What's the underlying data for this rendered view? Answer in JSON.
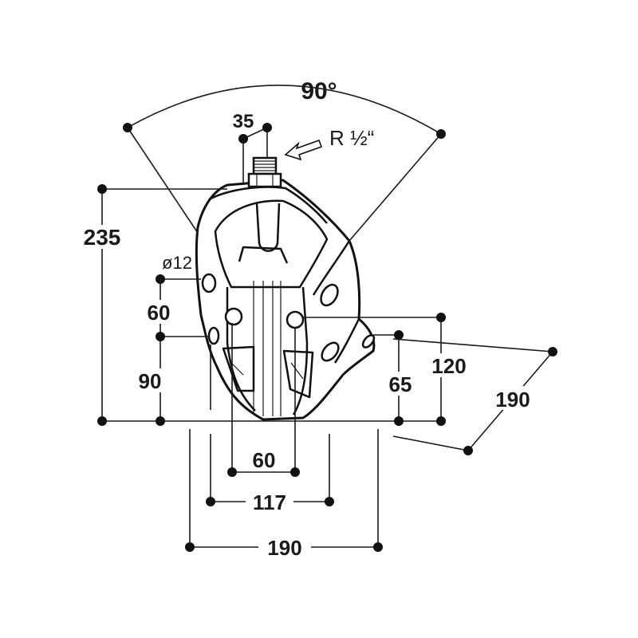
{
  "dimensions": {
    "angle": "90°",
    "pipe_offset": "35",
    "thread": "R ½“",
    "height_total": "235",
    "hole_diameter": "ø12",
    "hole_spacing_vertical": "60",
    "hole_height": "90",
    "bottom_to_holes_right": "65",
    "side_height": "120",
    "depth": "190",
    "hole_spacing_horizontal": "60",
    "mount_width": "117",
    "total_width": "190"
  },
  "colors": {
    "ink": "#1a1a1a",
    "background": "#ffffff"
  }
}
